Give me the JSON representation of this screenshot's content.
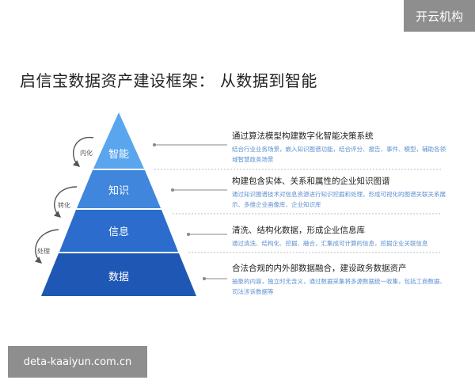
{
  "brand": "开云机构",
  "title": "启信宝数据资产建设框架：  从数据到智能",
  "layers": [
    {
      "label": "智能",
      "desc_title": "通过算法模型构建数字化智能决策系统",
      "desc_body": "结合行业业务场景，嵌入知识图谱功能，结合评分、报告、事件、模型，辅助各领域智慧政务场景"
    },
    {
      "label": "知识",
      "desc_title": "构建包含实体、关系和属性的企业知识图谱",
      "desc_body": "通过知识图谱技术对信息资源进行知识挖掘和处理，形成可视化的图谱关联关系展示、多维企业画像库、企业知识库"
    },
    {
      "label": "信息",
      "desc_title": "清洗、结构化数据，形成企业信息库",
      "desc_body": "通过清洗、结构化、挖掘、融合，汇集成可计算的信息，挖掘企业关联信息"
    },
    {
      "label": "数据",
      "desc_title": "合法合规的内外部数据融合，建设政务数据资产",
      "desc_body": "抽象的内容，独立时无含义，通过数据采集将多源数据统一收集，包括工商数据、司法涉诉数据等"
    }
  ],
  "process_labels": [
    "内化",
    "转化",
    "处理"
  ],
  "colors": {
    "top": "#5aa6ee",
    "upper": "#3f86dc",
    "lower": "#2b6ccc",
    "bottom": "#1f57b4"
  },
  "footer": "deta-kaaiyun.com.cn"
}
